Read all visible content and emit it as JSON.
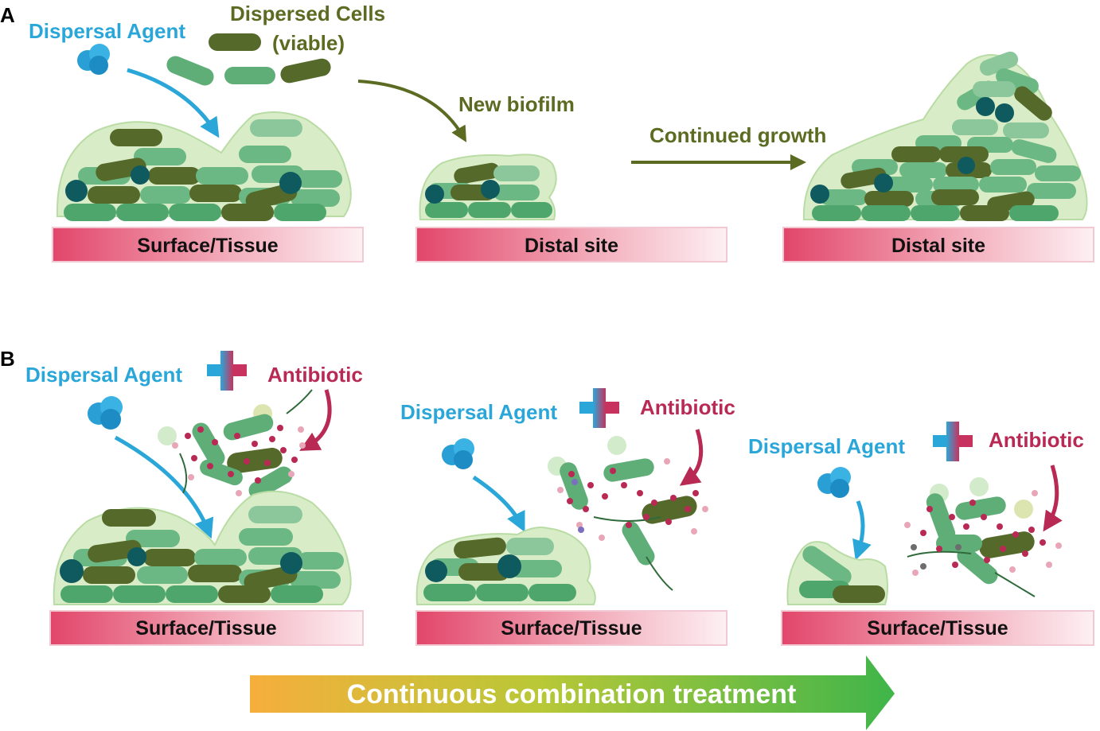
{
  "panel_a": {
    "letter": "A",
    "dispersal_agent": "Dispersal Agent",
    "dispersed_cells_line1": "Dispersed Cells",
    "dispersed_cells_line2": "(viable)",
    "new_biofilm": "New biofilm",
    "continued_growth": "Continued growth",
    "surface_1": "Surface/Tissue",
    "surface_2": "Distal site",
    "surface_3": "Distal site"
  },
  "panel_b": {
    "letter": "B",
    "stage_1": {
      "dispersal_agent": "Dispersal Agent",
      "antibiotic": "Antibiotic",
      "surface": "Surface/Tissue"
    },
    "stage_2": {
      "dispersal_agent": "Dispersal Agent",
      "antibiotic": "Antibiotic",
      "surface": "Surface/Tissue"
    },
    "stage_3": {
      "dispersal_agent": "Dispersal Agent",
      "antibiotic": "Antibiotic",
      "surface": "Surface/Tissue"
    },
    "treatment_arrow": "Continuous combination treatment"
  },
  "colors": {
    "dispersal_blue": "#2aa7d8",
    "antibiotic_red": "#b82a54",
    "biofilm_green": "#6b7a2c",
    "cell_light": "#5fb27a",
    "cell_dark": "#556b25",
    "matrix": "#d6ecc4",
    "surface_pink": "#e24a6b",
    "persister_teal": "#0f5a5e"
  }
}
